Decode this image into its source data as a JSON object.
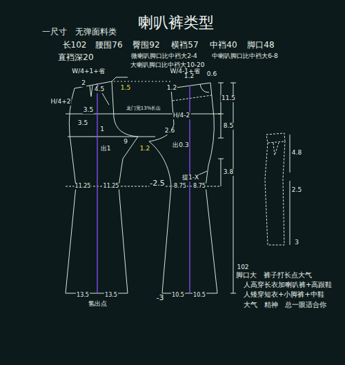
{
  "diagram": {
    "title": "喇叭裤类型",
    "labels": [
      "一尺寸　无弹面料类",
      "长102",
      "腰围76",
      "臀围92",
      "横裆57",
      "中裆40",
      "脚口48",
      "直裆深20",
      "微喇叭脚口比中裆大2-4",
      "中喇叭脚口比中裆大6-8",
      "大喇叭脚口比中裆大10-20",
      "W/4+1+省",
      "2",
      "4.5",
      "1.5",
      "H/4+2",
      "3.5",
      "3.5",
      "1",
      "出1",
      "9",
      "1.2",
      "龙门宽13%长出",
      "11.25",
      "11.25",
      "13.5",
      "13.5",
      "氢出点",
      "W/4-1+省",
      "1.2",
      "1.2",
      "0.6",
      "H/4-2",
      "11.5",
      "8.5",
      "2.6",
      "出0.3",
      "-2.5",
      "提1-X",
      "3.8",
      "8.75",
      "8.75",
      "10.5",
      "10.5",
      "-3",
      "102",
      "4.8",
      "2.5",
      "3",
      "脚口大　裤子打长点大气",
      "人高穿长衣加喇叭裤+高跟鞋",
      "人矮穿短衣+小脚裤+中鞋",
      "大气　精神　总一眼适合你"
    ]
  }
}
